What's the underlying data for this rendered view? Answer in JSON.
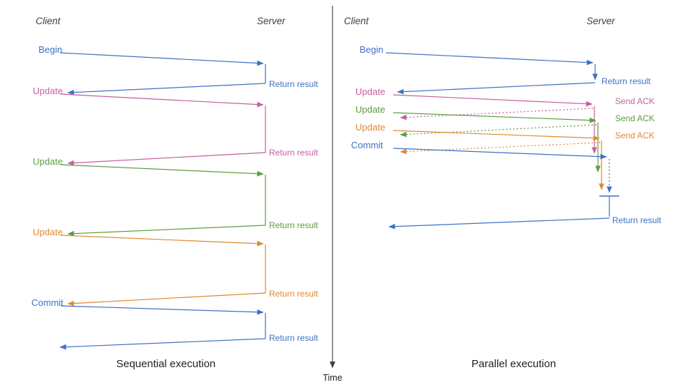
{
  "colors": {
    "blue": "#3e71c4",
    "pink": "#c45f9e",
    "green": "#5c9c3e",
    "orange": "#e0892f",
    "axis": "#3c4043"
  },
  "time_axis": {
    "label": "Time"
  },
  "left_panel": {
    "title": "Sequential execution",
    "client_header": "Client",
    "server_header": "Server",
    "messages": [
      {
        "label": "Begin",
        "color": "blue",
        "response": "Return result"
      },
      {
        "label": "Update",
        "color": "pink",
        "response": "Return result"
      },
      {
        "label": "Update",
        "color": "green",
        "response": "Return result"
      },
      {
        "label": "Update",
        "color": "orange",
        "response": "Return result"
      },
      {
        "label": "Commit",
        "color": "blue",
        "response": "Return result"
      }
    ]
  },
  "right_panel": {
    "title": "Parallel execution",
    "client_header": "Client",
    "server_header": "Server",
    "messages": [
      {
        "label": "Begin",
        "color": "blue",
        "response": "Return result"
      },
      {
        "label": "Update",
        "color": "pink",
        "response": "Send ACK"
      },
      {
        "label": "Update",
        "color": "green",
        "response": "Send ACK"
      },
      {
        "label": "Update",
        "color": "orange",
        "response": "Send ACK"
      },
      {
        "label": "Commit",
        "color": "blue",
        "response": "Return result"
      }
    ]
  }
}
